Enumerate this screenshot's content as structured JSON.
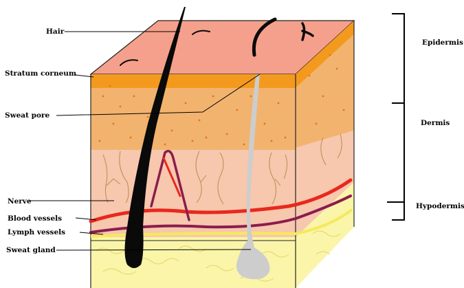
{
  "labels_left": {
    "hair": "Hair",
    "stratum_corneum": "Stratum corneum",
    "sweat_pore": "Sweat pore",
    "nerve": "Nerve",
    "blood_vessels": "Blood vessels",
    "lymph_vessels": "Lymph vessels",
    "sweat_gland": "Sweat gland"
  },
  "labels_right": {
    "epidermis": "Epidermis",
    "dermis": "Dermis",
    "hypodermis": "Hypodermis"
  },
  "colors": {
    "top_surface": "#F5A08C",
    "stratum_corneum": "#F39A1E",
    "epidermis_layer": "#F2B36F",
    "dermis_layer": "#F7C7AE",
    "hypodermis_layer": "#FAF5A8",
    "hair": "#0A0A0A",
    "sweat_gland": "#CDCDCD",
    "blood_vessel_red": "#E8281E",
    "blood_vessel_purple": "#8B1D4C",
    "nerve": "#C08A4A"
  }
}
